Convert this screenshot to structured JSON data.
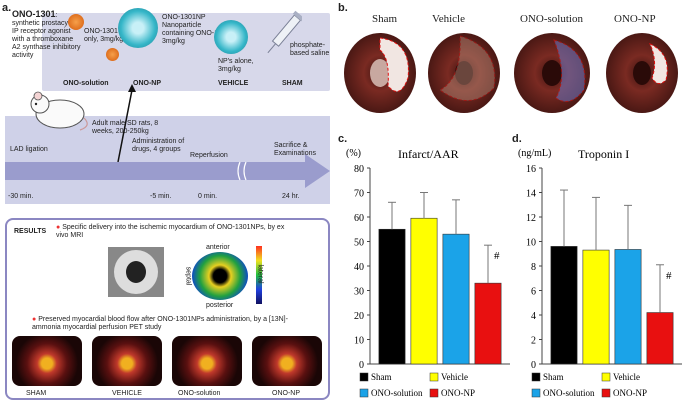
{
  "figure": {
    "panel_a": {
      "letter": "a.",
      "ono_name": "ONO-1301",
      "ono_desc": ": synthetic prostacyclin IP receptor agonist with a thromboxane A2 synthase inhibitory activity",
      "groups": [
        {
          "name": "ONO-solution",
          "desc": "ONO-1301 only, 3mg/kg",
          "color": "#e8781e"
        },
        {
          "name": "ONO-NP",
          "desc": "ONO-1301NP Nanoparticle containing ONO-1301, 3mg/kg",
          "color": "#35b6c8"
        },
        {
          "name": "VEHICLE",
          "desc": "NP's alone, 3mg/kg",
          "color": "#35b6c8"
        },
        {
          "name": "SHAM",
          "desc": "phosphate-based saline",
          "color": "#9aa0b8"
        }
      ],
      "rat_text": "Adult male SD rats, 8 weeks, 200-250kg",
      "timeline_events": [
        {
          "label": "LAD ligation",
          "time": "-30 min."
        },
        {
          "label": "Administration of drugs, 4 groups",
          "time": "-5 min."
        },
        {
          "label": "Reperfusion",
          "time": "0 min."
        },
        {
          "label": "Sacrifice & Examinations",
          "time": "24 hr."
        }
      ],
      "results_title": "RESULTS",
      "result_1": "Specific delivery into the ischemic myocardium of ONO-1301NPs, by ex vivo MRI",
      "mri_labels": {
        "anterior": "anterior",
        "septal": "septal",
        "lateral": "lateral",
        "posterior": "posterior"
      },
      "result_2": "Preserved myocardial blood flow after ONO-1301NPs administration, by a [13N]-ammonia myocardial perfusion PET study",
      "pet_labels": [
        "SHAM",
        "VEHICLE",
        "ONO-solution",
        "ONO-NP"
      ]
    },
    "panel_b": {
      "letter": "b.",
      "heart_labels": [
        "Sham",
        "Vehicle",
        "ONO-solution",
        "ONO-NP"
      ]
    },
    "panel_c_letter": "c.",
    "panel_d_letter": "d.",
    "colors": {
      "sham": "#000000",
      "vehicle": "#ffff00",
      "ono_solution": "#1ba3e8",
      "ono_np": "#e81010"
    }
  },
  "chart_data": [
    {
      "type": "bar",
      "title": "Infarct/AAR",
      "ylabel": "(%)",
      "ylim": [
        0,
        80
      ],
      "yticks": [
        0,
        10,
        20,
        30,
        40,
        50,
        60,
        70,
        80
      ],
      "categories": [
        "Sham",
        "Vehicle",
        "ONO-solution",
        "ONO-NP"
      ],
      "values": [
        55,
        59.5,
        53,
        33
      ],
      "errors": [
        11,
        10.5,
        14,
        15.5
      ],
      "colors": [
        "#000000",
        "#ffff00",
        "#1ba3e8",
        "#e81010"
      ],
      "annotation": {
        "category": "ONO-NP",
        "text": "#"
      },
      "legend": [
        "Sham",
        "Vehicle",
        "ONO-solution",
        "ONO-NP"
      ],
      "grid": false
    },
    {
      "type": "bar",
      "title": "Troponin I",
      "ylabel": "(ng/mL)",
      "ylim": [
        0,
        16
      ],
      "yticks": [
        0,
        2,
        4,
        6,
        8,
        10,
        12,
        14,
        16
      ],
      "categories": [
        "Sham",
        "Vehicle",
        "ONO-solution",
        "ONO-NP"
      ],
      "values": [
        9.6,
        9.3,
        9.35,
        4.2
      ],
      "errors": [
        4.6,
        4.3,
        3.6,
        3.9
      ],
      "colors": [
        "#000000",
        "#ffff00",
        "#1ba3e8",
        "#e81010"
      ],
      "annotation": {
        "category": "ONO-NP",
        "text": "#"
      },
      "legend": [
        "Sham",
        "Vehicle",
        "ONO-solution",
        "ONO-NP"
      ],
      "grid": false
    }
  ]
}
